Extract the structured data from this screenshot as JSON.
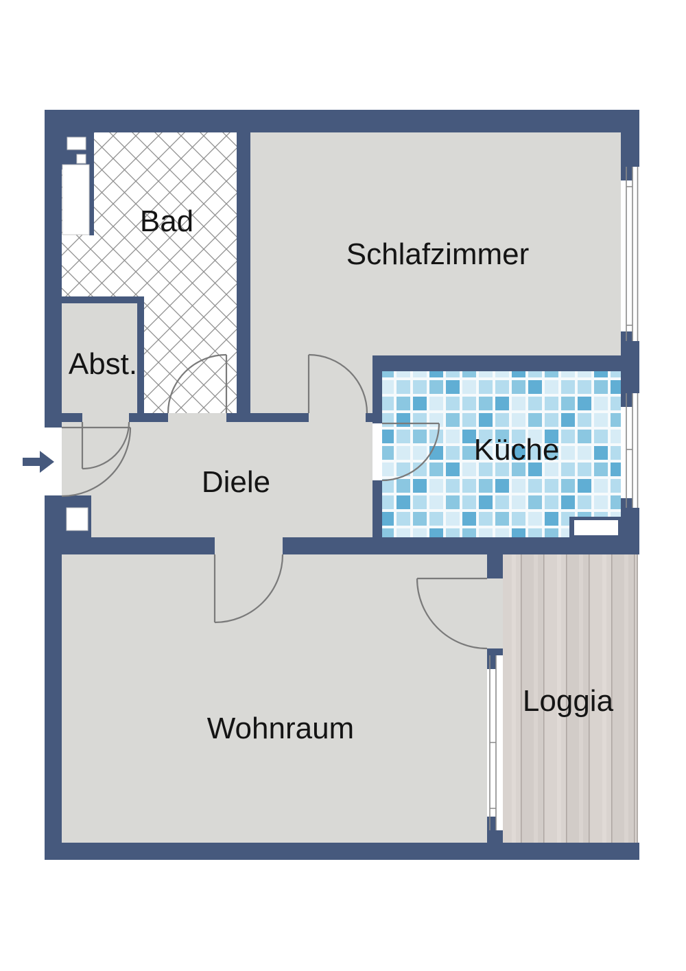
{
  "plan": {
    "type": "apartment-floor-plan",
    "rooms": {
      "bad": {
        "label": "Bad"
      },
      "schlafzimmer": {
        "label": "Schlafzimmer"
      },
      "abstellraum": {
        "label": "Abst."
      },
      "diele": {
        "label": "Diele"
      },
      "kueche": {
        "label": "Küche"
      },
      "wohnraum": {
        "label": "Wohnraum"
      },
      "loggia": {
        "label": "Loggia"
      }
    },
    "icons": {
      "entrance_arrow": "arrow-right"
    }
  },
  "colors": {
    "wall": "#46597d",
    "floor": "#d9d9d6",
    "door": "#7a7a7a",
    "hatch": "#8f8f8f",
    "window_line": "#8a8a8a",
    "tile_grout": "#f6fafc",
    "tile_pale": "#d7ecf6",
    "tile_light": "#b4dcee",
    "tile_mid": "#8bc7e1",
    "tile_dark": "#60aed4",
    "wood_a": "#d9d3cf",
    "wood_b": "#d2ccc8",
    "wood_line": "#aaa29e",
    "wood_hi": "#e0dad6",
    "wood_hi2": "#dad4d0",
    "loggia_edge": "#b3ada9",
    "label": "#141414"
  }
}
